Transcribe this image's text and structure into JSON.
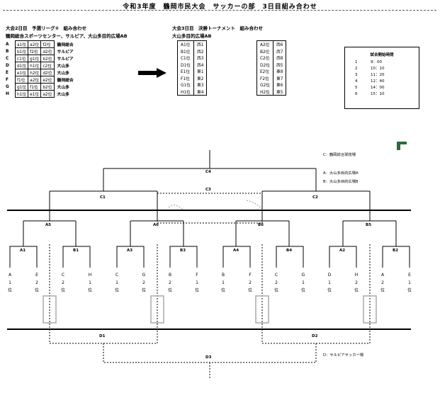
{
  "title": "令和3年度　鶴岡市民大会　サッカーの部　3日目組み合わせ",
  "day2": {
    "header1": "大会2日目　予選リーグ②　組み合わせ",
    "header2": "鶴岡総合スポーツセンター、サルピア、大山多目的広場AB",
    "groups": [
      {
        "key": "A",
        "c1": "a1位",
        "c2": "a2位",
        "c3": "f2位",
        "venue": "鶴岡総合"
      },
      {
        "key": "B",
        "c1": "b1位",
        "c2": "f2位",
        "c3": "d2位",
        "venue": "サルピア"
      },
      {
        "key": "C",
        "c1": "c1位",
        "c2": "g1位",
        "c3": "b2位",
        "venue": "サルピア"
      },
      {
        "key": "D",
        "c1": "d1位",
        "c2": "h1位",
        "c3": "c2位",
        "venue": "大山多"
      },
      {
        "key": "E",
        "c1": "e1位",
        "c2": "h2位",
        "c3": "d2位",
        "venue": "大山多"
      },
      {
        "key": "F",
        "c1": "f1位",
        "c2": "a2位",
        "c3": "e2位",
        "venue": "鶴岡総合"
      },
      {
        "key": "G",
        "c1": "g1位",
        "c2": "f1位",
        "c3": "b2位",
        "venue": "大山多"
      },
      {
        "key": "H",
        "c1": "h1位",
        "c2": "e1位",
        "c3": "a2位",
        "venue": "大山多"
      }
    ]
  },
  "day3": {
    "header1": "大会3日目　決勝トーナメント　組み合わせ",
    "header2": "大山多目的広場AB",
    "left": [
      {
        "a": "A1位",
        "b": "西1"
      },
      {
        "a": "B1位",
        "b": "西2"
      },
      {
        "a": "C1位",
        "b": "西3"
      },
      {
        "a": "D1位",
        "b": "西4"
      },
      {
        "a": "E1位",
        "b": "東1"
      },
      {
        "a": "F1位",
        "b": "東2"
      },
      {
        "a": "G1位",
        "b": "東3"
      },
      {
        "a": "H1位",
        "b": "東4"
      }
    ],
    "right": [
      {
        "a": "A2位",
        "b": "西6"
      },
      {
        "a": "B2位",
        "b": "西7"
      },
      {
        "a": "C2位",
        "b": "西8"
      },
      {
        "a": "D2位",
        "b": "西5"
      },
      {
        "a": "E2位",
        "b": "東8"
      },
      {
        "a": "F2位",
        "b": "東7"
      },
      {
        "a": "G2位",
        "b": "東6"
      },
      {
        "a": "H2位",
        "b": "東5"
      }
    ]
  },
  "schedule": {
    "title": "試合開始時間",
    "rows": [
      {
        "n": "1",
        "t": "9：00"
      },
      {
        "n": "2",
        "t": "10：10"
      },
      {
        "n": "3",
        "t": "11：20"
      },
      {
        "n": "4",
        "t": "12：40"
      },
      {
        "n": "5",
        "t": "14：00"
      },
      {
        "n": "6",
        "t": "15：10"
      }
    ]
  },
  "bracket": {
    "c4": "C4",
    "c3": "C3",
    "c1": "C1",
    "c2": "C2",
    "a5": "A5",
    "a6": "A6",
    "b6": "B6",
    "b5": "B5",
    "a1": "A1",
    "b1": "B1",
    "a3": "A3",
    "b3": "B3",
    "a4": "A4",
    "b4": "B4",
    "a2": "A2",
    "b2": "B2",
    "d1": "D1",
    "d2": "D2",
    "d3": "D3",
    "seeds": [
      [
        "A",
        "1",
        "位"
      ],
      [
        "E",
        "2",
        "位"
      ],
      [
        "C",
        "2",
        "位"
      ],
      [
        "H",
        "1",
        "位"
      ],
      [
        "C",
        "1",
        "位"
      ],
      [
        "G",
        "2",
        "位"
      ],
      [
        "B",
        "2",
        "位"
      ],
      [
        "F",
        "1",
        "位"
      ],
      [
        "B",
        "1",
        "位"
      ],
      [
        "F",
        "2",
        "位"
      ],
      [
        "C",
        "2",
        "位"
      ],
      [
        "G",
        "1",
        "位"
      ],
      [
        "D",
        "1",
        "位"
      ],
      [
        "H",
        "2",
        "位"
      ],
      [
        "A",
        "2",
        "位"
      ],
      [
        "E",
        "1",
        "位"
      ]
    ]
  },
  "legend": {
    "c": "C：鶴岡総合球技場",
    "ab": "A：大山多目的広場A",
    "bb": "B：大山多目的広場B",
    "d": "D：サルピアサッカー場"
  }
}
